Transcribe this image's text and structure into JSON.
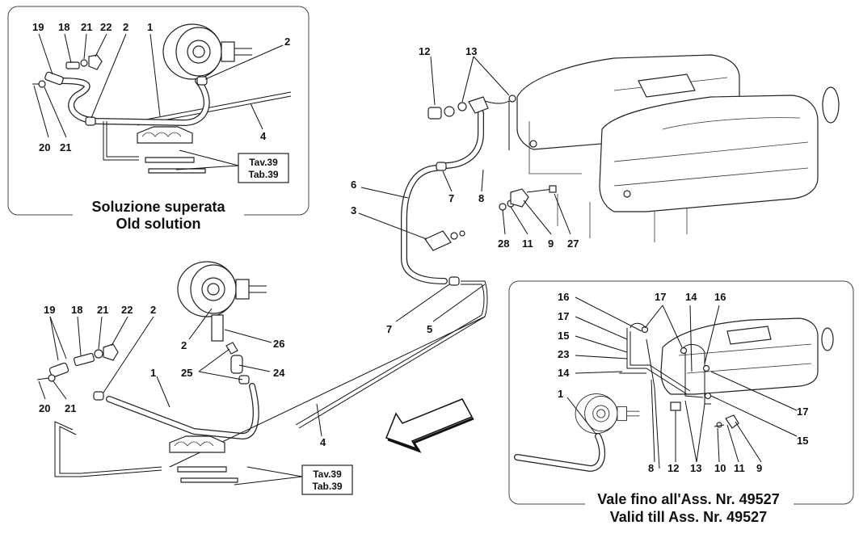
{
  "captions": {
    "old_line1": "Soluzione superata",
    "old_line2": "Old solution",
    "valid_line1": "Vale fino all'Ass. Nr. 49527",
    "valid_line2": "Valid till Ass. Nr. 49527"
  },
  "refboxes": {
    "old": {
      "line1": "Tav.39",
      "line2": "Tab.39"
    },
    "main": {
      "line1": "Tav.39",
      "line2": "Tab.39"
    }
  },
  "callouts": {
    "old": {
      "c19": "19",
      "c18": "18",
      "c21a": "21",
      "c22": "22",
      "c2a": "2",
      "c1": "1",
      "c2b": "2",
      "c4": "4",
      "c20": "20",
      "c21b": "21"
    },
    "upper": {
      "c12": "12",
      "c13": "13",
      "c6": "6",
      "c7a": "7",
      "c8": "8",
      "c3": "3",
      "c28": "28",
      "c11": "11",
      "c9": "9",
      "c27": "27",
      "c7b": "7",
      "c5": "5"
    },
    "main": {
      "c19": "19",
      "c18": "18",
      "c21a": "21",
      "c22": "22",
      "c2a": "2",
      "c2b": "2",
      "c26": "26",
      "c25": "25",
      "c24": "24",
      "c1": "1",
      "c20": "20",
      "c21b": "21",
      "c4": "4"
    },
    "inset": {
      "c16a": "16",
      "c17a": "17",
      "c15a": "15",
      "c23": "23",
      "c14a": "14",
      "c1": "1",
      "c17b": "17",
      "c14b": "14",
      "c16b": "16",
      "c17c": "17",
      "c15b": "15",
      "c8": "8",
      "c12": "12",
      "c13": "13",
      "c10": "10",
      "c11": "11",
      "c9": "9"
    }
  }
}
